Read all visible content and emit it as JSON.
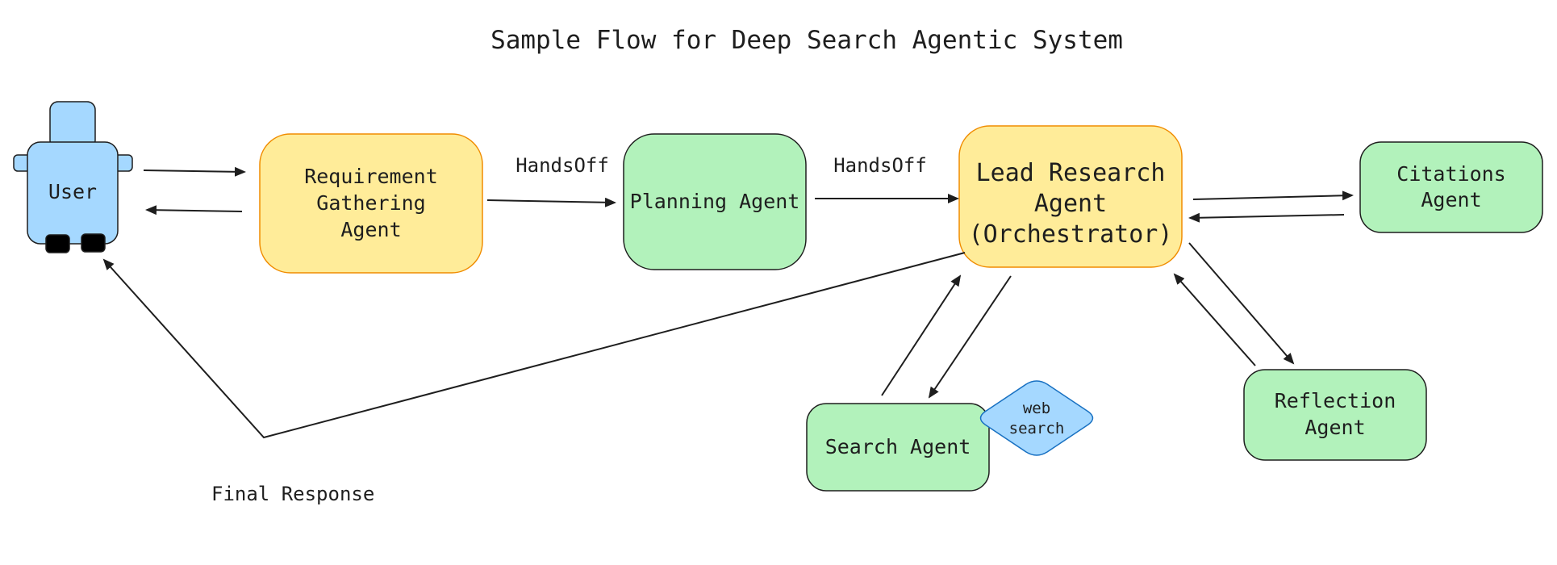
{
  "title": "Sample Flow for Deep Search Agentic System",
  "colors": {
    "yellow_fill": "#ffec99",
    "yellow_stroke": "#f08c00",
    "green_fill": "#b2f2bb",
    "blue_fill": "#a5d8ff",
    "blue_stroke": "#1971c2",
    "stroke": "#1e1e1e"
  },
  "nodes": {
    "user": {
      "label": "User",
      "icon": "robot-user-icon"
    },
    "requirement": {
      "lines": [
        "Requirement",
        "Gathering",
        "Agent"
      ]
    },
    "planning": {
      "label": "Planning Agent"
    },
    "lead": {
      "lines": [
        "Lead Research",
        "Agent",
        "(Orchestrator)"
      ]
    },
    "citations": {
      "lines": [
        "Citations",
        "Agent"
      ]
    },
    "reflection": {
      "lines": [
        "Reflection",
        "Agent"
      ]
    },
    "search": {
      "label": "Search Agent"
    },
    "websearch": {
      "lines": [
        "web",
        "search"
      ]
    }
  },
  "edge_labels": {
    "handsoff_1": "HandsOff",
    "handsoff_2": "HandsOff",
    "final_response": "Final Response"
  }
}
